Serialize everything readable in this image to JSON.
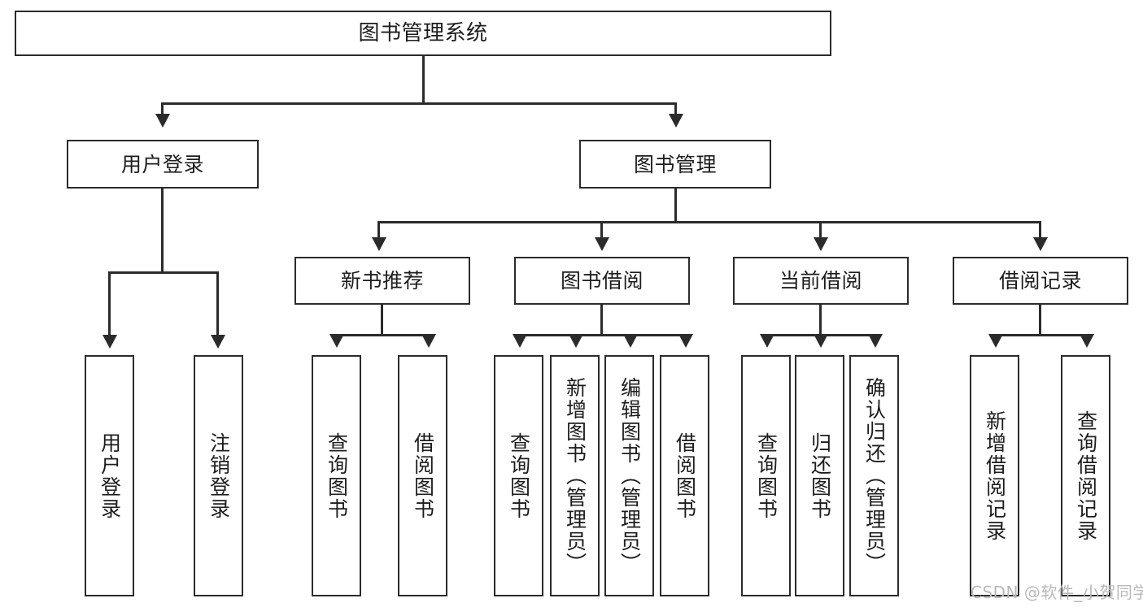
{
  "diagram": {
    "title": "图书管理系统",
    "watermark": "CSDN @软件_小贺同学",
    "accent_color": "#2b2b2b",
    "background_color": "#ffffff",
    "levels": {
      "root": {
        "label": "图书管理系统"
      },
      "level2": [
        {
          "label": "用户登录"
        },
        {
          "label": "图书管理"
        }
      ],
      "level3": [
        {
          "label": "新书推荐"
        },
        {
          "label": "图书借阅"
        },
        {
          "label": "当前借阅"
        },
        {
          "label": "借阅记录"
        }
      ],
      "leaves_user_login": [
        {
          "label": "用户登录"
        },
        {
          "label": "注销登录"
        }
      ],
      "leaves_new_book": [
        {
          "label": "查询图书"
        },
        {
          "label": "借阅图书"
        }
      ],
      "leaves_borrow": [
        {
          "label": "查询图书"
        },
        {
          "label": "新增图书（管理员）"
        },
        {
          "label": "编辑图书（管理员）"
        },
        {
          "label": "借阅图书"
        }
      ],
      "leaves_current": [
        {
          "label": "查询图书"
        },
        {
          "label": "归还图书"
        },
        {
          "label": "确认归还（管理员）"
        }
      ],
      "leaves_records": [
        {
          "label": "新增借阅记录"
        },
        {
          "label": "查询借阅记录"
        }
      ]
    }
  }
}
